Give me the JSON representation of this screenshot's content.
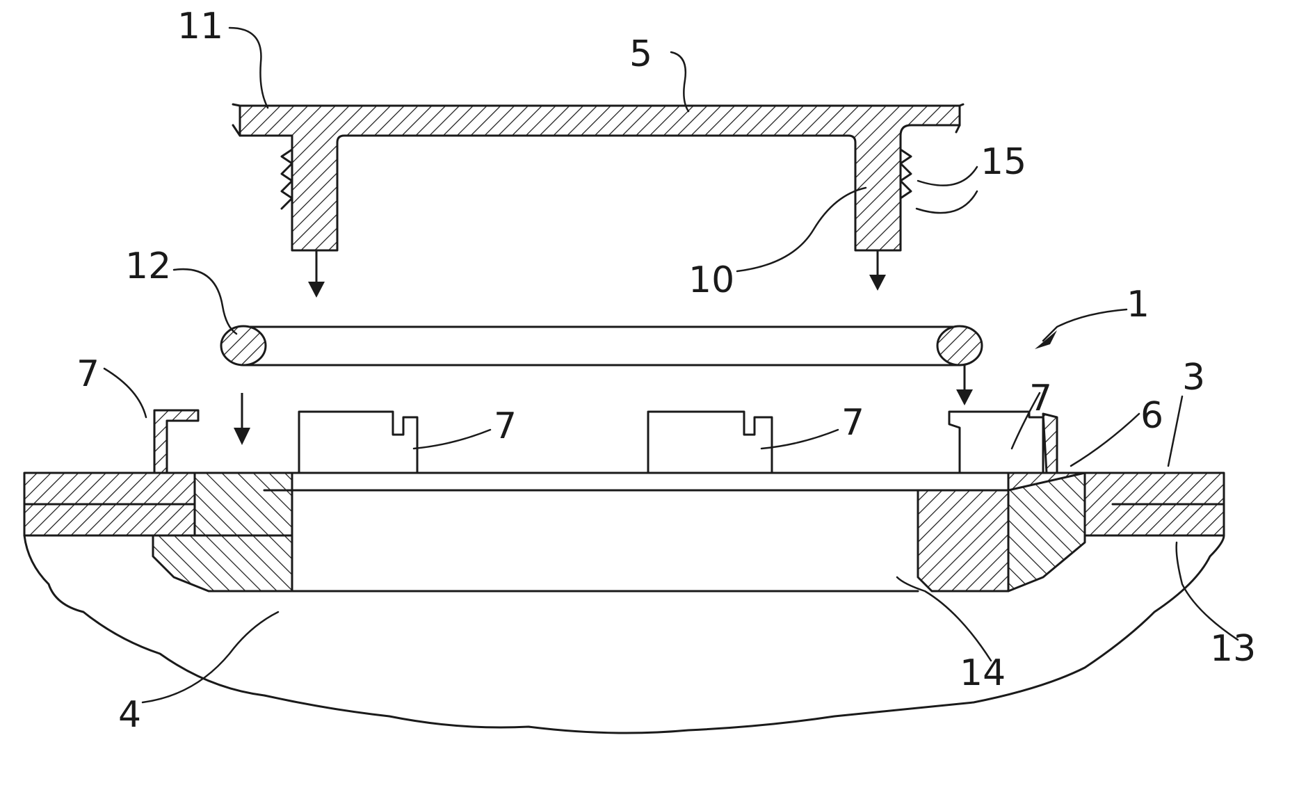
{
  "labels": {
    "l11": "11",
    "l5": "5",
    "l15": "15",
    "l10": "10",
    "l12": "12",
    "l1": "1",
    "l7a": "7",
    "l7b": "7",
    "l7c": "7",
    "l7d": "7",
    "l6": "6",
    "l3": "3",
    "l13": "13",
    "l14": "14",
    "l4": "4"
  }
}
